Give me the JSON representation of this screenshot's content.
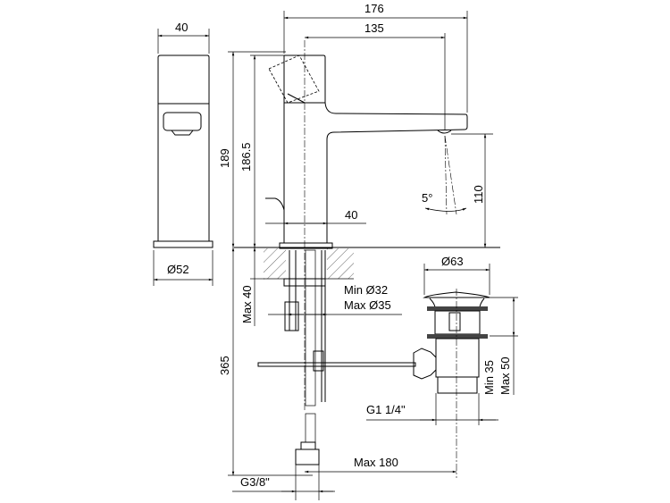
{
  "dimensions": {
    "side_width": "40",
    "base_diameter": "Ø52",
    "total_reach": "176",
    "spout_reach": "135",
    "total_height": "189",
    "height_handle": "186.5",
    "spout_height": "110",
    "spray_angle": "5°",
    "body_width": "40",
    "hole_min": "Min Ø32",
    "hole_max": "Max Ø35",
    "max_thickness": "Max 40",
    "hose_length": "365",
    "waste_diameter": "Ø63",
    "waste_min": "Min 35",
    "waste_max": "Max 50",
    "waste_thread": "G1 1/4\"",
    "max_offset": "Max 180",
    "hose_thread": "G3/8\""
  }
}
